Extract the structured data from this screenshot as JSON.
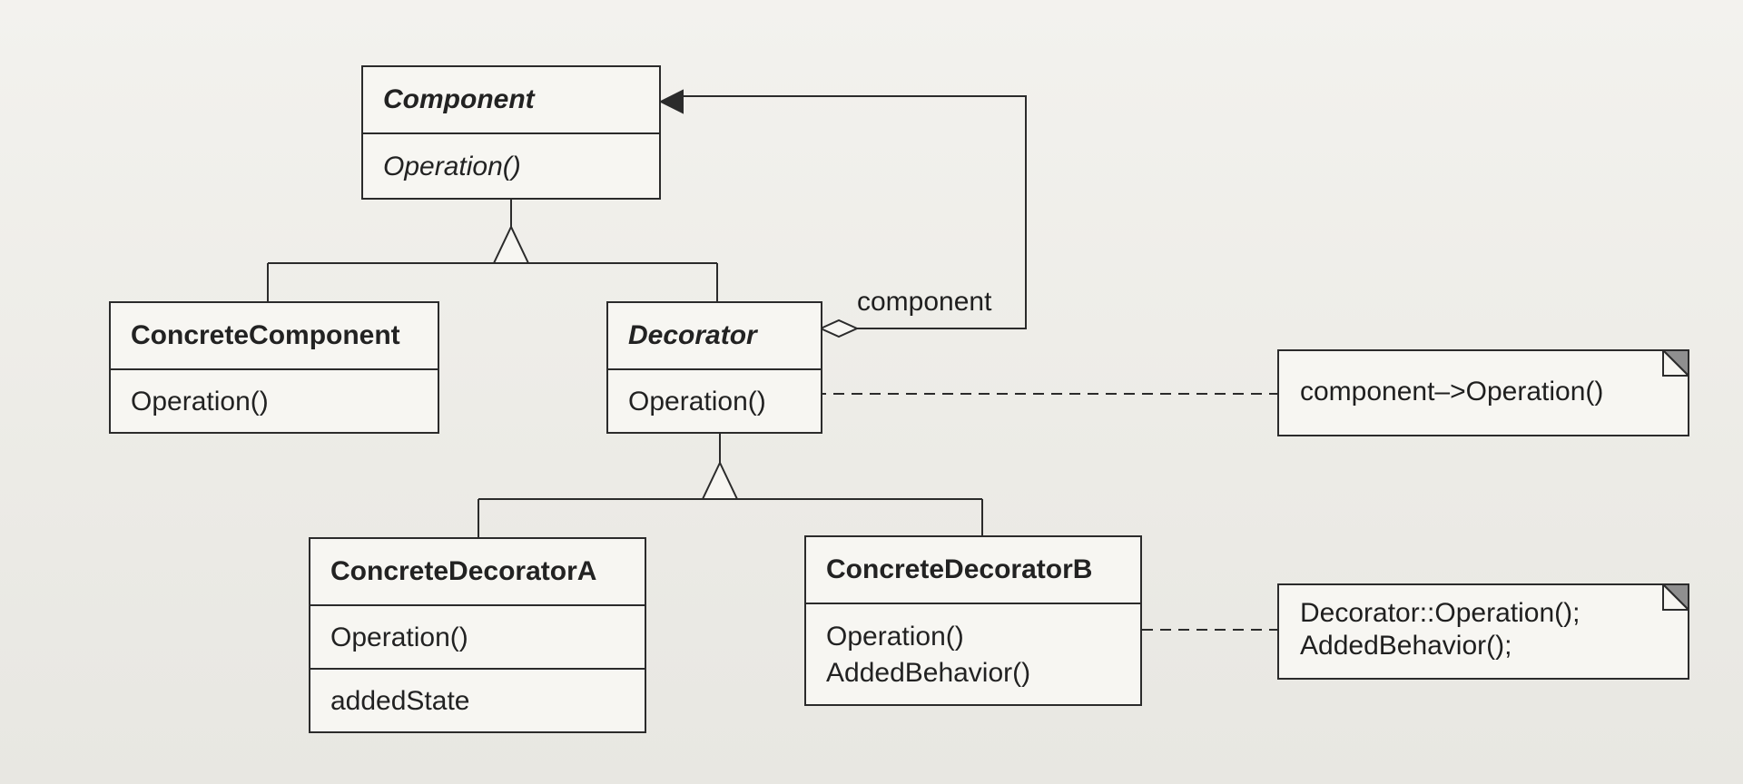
{
  "classes": {
    "component": {
      "name": "Component",
      "operation": "Operation()"
    },
    "concrete_component": {
      "name": "ConcreteComponent",
      "operation": "Operation()"
    },
    "decorator": {
      "name": "Decorator",
      "operation": "Operation()"
    },
    "concrete_decorator_a": {
      "name": "ConcreteDecoratorA",
      "operation": "Operation()",
      "state": "addedState"
    },
    "concrete_decorator_b": {
      "name": "ConcreteDecoratorB",
      "operation": "Operation()",
      "behavior": "AddedBehavior()"
    }
  },
  "association": {
    "label": "component"
  },
  "notes": {
    "decorator_note": {
      "line1": "component–>Operation()"
    },
    "decorator_b_note": {
      "line1": "Decorator::Operation();",
      "line2": "AddedBehavior();"
    }
  },
  "colors": {
    "line": "#2b2b2b",
    "paper": "#f7f6f2"
  }
}
